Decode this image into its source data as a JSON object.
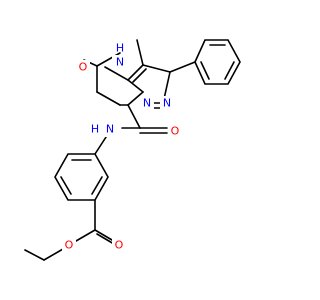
{
  "molecule": {
    "atoms": {
      "nh": {
        "text": "N",
        "color": "#0000ff"
      },
      "nh_h": {
        "text": "H",
        "color": "#0000ff"
      },
      "ketone_o": {
        "text": "O",
        "color": "#ff0000"
      },
      "n_bridge": {
        "text": "N",
        "color": "#0000ff"
      },
      "n_ring": {
        "text": "N",
        "color": "#0000ff"
      },
      "amide_o": {
        "text": "O",
        "color": "#ff0000"
      },
      "amide_n": {
        "text": "N",
        "color": "#0000ff"
      },
      "amide_h": {
        "text": "H",
        "color": "#0000ff"
      },
      "ester_o_double": {
        "text": "O",
        "color": "#ff0000"
      },
      "ester_o_single": {
        "text": "O",
        "color": "#ff0000"
      }
    },
    "bond_color": "#000000",
    "background_color": "#ffffff"
  }
}
